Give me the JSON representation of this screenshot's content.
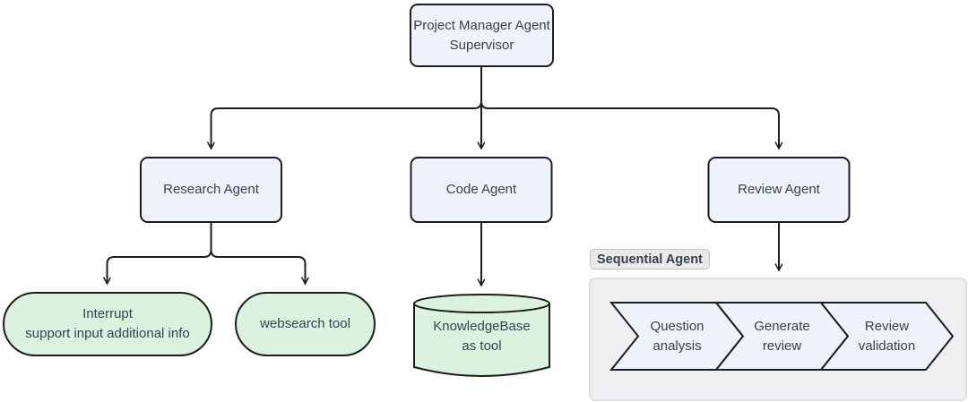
{
  "diagram": {
    "supervisor": {
      "label": "Project Manager Agent\nSupervisor"
    },
    "agents": {
      "research": {
        "label": "Research Agent"
      },
      "code": {
        "label": "Code Agent"
      },
      "review": {
        "label": "Review Agent"
      }
    },
    "tools": {
      "interrupt": {
        "label": "Interrupt\nsupport input additional info",
        "shape": "stadium"
      },
      "websearch": {
        "label": "websearch tool",
        "shape": "stadium"
      },
      "knowledgebase": {
        "label": "KnowledgeBase\nas tool",
        "shape": "cylinder"
      }
    },
    "subgraph": {
      "title": "Sequential Agent",
      "steps": [
        {
          "label": "Question\nanalysis"
        },
        {
          "label": "Generate\nreview"
        },
        {
          "label": "Review\nvalidation"
        }
      ]
    },
    "colors": {
      "agent_fill": "#edf2fb",
      "tool_fill": "#dbf2df",
      "node_border": "#1d1d1d",
      "edge": "#1d1d1d",
      "subgraph_fill": "#f0f0f3",
      "subgraph_border": "#d9d9de",
      "label_chip_fill": "#e9e9ea",
      "label_chip_border": "#c2c2c6",
      "text": "#374151"
    }
  }
}
